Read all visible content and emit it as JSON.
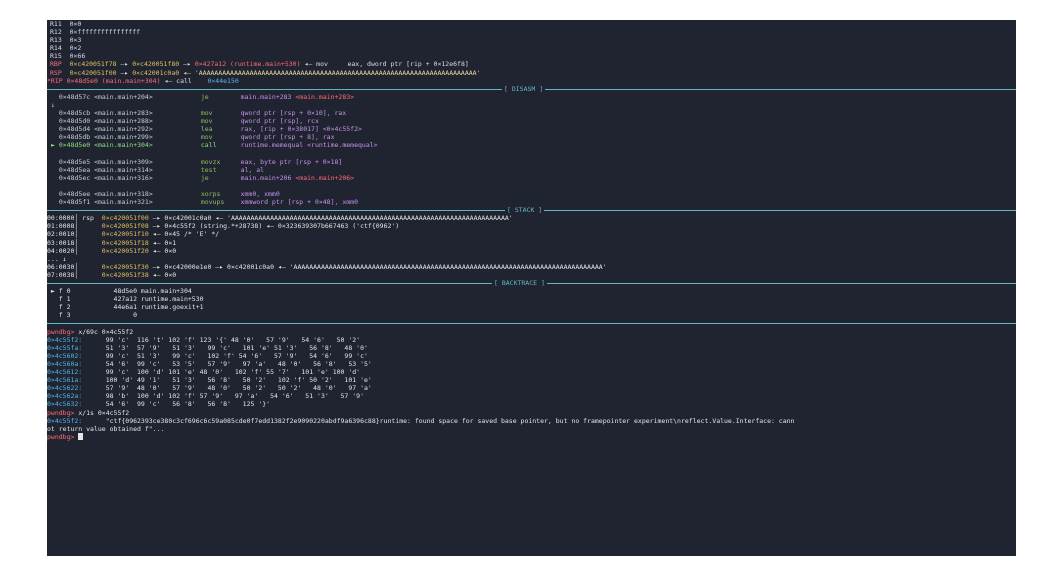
{
  "registers": [
    {
      "name": "R11",
      "value": "0×0",
      "changed": false
    },
    {
      "name": "R12",
      "value": "0×ffffffffffffffff",
      "changed": false
    },
    {
      "name": "R13",
      "value": "0×3",
      "changed": false
    },
    {
      "name": "R14",
      "value": "0×2",
      "changed": false
    },
    {
      "name": "R15",
      "value": "0×66",
      "changed": false
    }
  ],
  "rbp": {
    "name": "RBP",
    "a1": "0×c420051f78",
    "arrow": " —▸ ",
    "a2": "0×c420051f80",
    "a3": "0×427a12 (runtime.main+530)",
    "rest": " ◂— mov     eax, dword ptr [rip + 0×12e6f8]"
  },
  "rsp": {
    "name": "RSP",
    "a1": "0×c420051f00",
    "arrow": " —▸ ",
    "a2": "0×c42001c0a0",
    "rest": " ◂— 'AAAAAAAAAAAAAAAAAAAAAAAAAAAAAAAAAAAAAAAAAAAAAAAAAAAAAAAAAAAAAAAAAAAAAAA'"
  },
  "rip": {
    "name": "*RIP",
    "a1": "0×48d5e0 (main.main+304)",
    "rest": " ◂— call    ",
    "target": "0×44e150"
  },
  "sections": {
    "disasm": "[ DISASM ]",
    "stack": "[ STACK ]",
    "backtrace": "[ BACKTRACE ]"
  },
  "disasm": [
    {
      "marker": " ",
      "addr": "0×48d57c <main.main+204>",
      "mn": "je",
      "ops": "main.main+283 ",
      "ops2": "<main.main+283>"
    },
    {
      "marker": "↓",
      "addr": "",
      "mn": "",
      "ops": "",
      "ops2": ""
    },
    {
      "marker": " ",
      "addr": "0×48d5cb <main.main+283>",
      "mn": "mov",
      "ops": "qword ptr [rsp + 0×10], rax",
      "ops2": ""
    },
    {
      "marker": " ",
      "addr": "0×48d5d0 <main.main+288>",
      "mn": "mov",
      "ops": "qword ptr [rsp], rcx",
      "ops2": ""
    },
    {
      "marker": " ",
      "addr": "0×48d5d4 <main.main+292>",
      "mn": "lea",
      "ops": "rax, [rip + 0×38017] <0×4c55f2>",
      "ops2": ""
    },
    {
      "marker": " ",
      "addr": "0×48d5db <main.main+299>",
      "mn": "mov",
      "ops": "qword ptr [rsp + 8], rax",
      "ops2": ""
    },
    {
      "marker": "►",
      "addr": "0×48d5e0 <main.main+304>",
      "mn": "call",
      "ops": "runtime.memequal <runtime.memequal>",
      "ops2": "",
      "current": true
    },
    {
      "gap": true
    },
    {
      "marker": " ",
      "addr": "0×48d5e5 <main.main+309>",
      "mn": "movzx",
      "ops": "eax, byte ptr [rsp + 0×18]",
      "ops2": ""
    },
    {
      "marker": " ",
      "addr": "0×48d5ea <main.main+314>",
      "mn": "test",
      "ops": "al, al",
      "ops2": ""
    },
    {
      "marker": " ",
      "addr": "0×48d5ec <main.main+316>",
      "mn": "je",
      "ops": "main.main+206 ",
      "ops2": "<main.main+206>"
    },
    {
      "gap": true
    },
    {
      "marker": " ",
      "addr": "0×48d5ee <main.main+318>",
      "mn": "xorps",
      "ops": "xmm0, xmm0",
      "ops2": ""
    },
    {
      "marker": " ",
      "addr": "0×48d5f1 <main.main+321>",
      "mn": "movups",
      "ops": "xmmword ptr [rsp + 0×48], xmm0",
      "ops2": ""
    }
  ],
  "stack": [
    {
      "idx": "00:0000│ rsp  ",
      "a1": "0×c420051f00",
      "rest": " —▸ 0×c42001c0a0 ◂— 'AAAAAAAAAAAAAAAAAAAAAAAAAAAAAAAAAAAAAAAAAAAAAAAAAAAAAAAAAAAAAAAAAAAAAAA'"
    },
    {
      "idx": "01:0008│      ",
      "a1": "0×c420051f08",
      "rest": " —▸ 0×4c55f2 (string.*+28738) ◂— 0×323639307b667463 ('ctf{0962')"
    },
    {
      "idx": "02:0010│      ",
      "a1": "0×c420051f10",
      "rest": " ◂— 0×45 /* 'E' */"
    },
    {
      "idx": "03:0018│      ",
      "a1": "0×c420051f18",
      "rest": " ◂— 0×1"
    },
    {
      "idx": "04:0020│      ",
      "a1": "0×c420051f20",
      "rest": " ◂— 0×0"
    },
    {
      "idx": "... ↓",
      "a1": "",
      "rest": ""
    },
    {
      "idx": "06:0030│      ",
      "a1": "0×c420051f30",
      "rest": " —▸ 0×c42000e1e0 —▸ 0×c42001c0a0 ◂— 'AAAAAAAAAAAAAAAAAAAAAAAAAAAAAAAAAAAAAAAAAAAAAAAAAAAAAAAAAAAAAAAAAAAAAAAAAAAAAAA'"
    },
    {
      "idx": "07:0038│      ",
      "a1": "0×c420051f38",
      "rest": " ◂— 0×0"
    }
  ],
  "backtrace": [
    {
      "text": " ► f 0           48d5e0 main.main+304"
    },
    {
      "text": "   f 1           427a12 runtime.main+530"
    },
    {
      "text": "   f 2           44e6a1 runtime.goexit+1"
    },
    {
      "text": "   f 3                0"
    }
  ],
  "prompt": "pwndbg>",
  "cmd1": " x/69c 0×4c55f2",
  "hexdump": [
    {
      "addr": "0×4c55f2:",
      "vals": "      99 'c'  116 't' 102 'f' 123 '{' 48 '0'   57 '9'   54 '6'   50 '2'"
    },
    {
      "addr": "0×4c55fa:",
      "vals": "      51 '3'  57 '9'   51 '3'   99 'c'   101 'e' 51 '3'   56 '8'   48 '0'"
    },
    {
      "addr": "0×4c5602:",
      "vals": "      99 'c'  51 '3'   99 'c'   102 'f' 54 '6'   57 '9'   54 '6'   99 'c'"
    },
    {
      "addr": "0×4c560a:",
      "vals": "      54 '6'  99 'c'   53 '5'   57 '9'   97 'a'   48 '0'   56 '8'   53 '5'"
    },
    {
      "addr": "0×4c5612:",
      "vals": "      99 'c'  100 'd' 101 'e' 48 '0'   102 'f' 55 '7'   101 'e' 100 'd'"
    },
    {
      "addr": "0×4c561a:",
      "vals": "      100 'd' 49 '1'   51 '3'   56 '8'   50 '2'   102 'f' 50 '2'   101 'e'"
    },
    {
      "addr": "0×4c5622:",
      "vals": "      57 '9'  48 '0'   57 '9'   48 '0'   50 '2'   50 '2'   48 '0'   97 'a'"
    },
    {
      "addr": "0×4c562a:",
      "vals": "      98 'b'  100 'd' 102 'f' 57 '9'   97 'a'   54 '6'   51 '3'   57 '9'"
    },
    {
      "addr": "0×4c5632:",
      "vals": "      54 '6'  99 'c'   56 '8'   56 '8'   125 '}'"
    }
  ],
  "cmd2": " x/1s 0×4c55f2",
  "strline": {
    "addr": "0×4c55f2:",
    "text": "      \"ctf{0962393ce380c3cf696c6c59a085cde0f7edd1382f2e9090220abdf9a6396c88}runtime: found space for saved base pointer, but no framepointer experiment\\nreflect.Value.Interface: cann"
  },
  "strline2": "ot return value obtained f\"...",
  "colors": {
    "bg": "#1f2430",
    "accent": "#5fb7c4",
    "red": "#ff6b7a",
    "yellow": "#e0c060",
    "green": "#8fbf5f",
    "purple": "#c792ea",
    "blue": "#56b6e8"
  }
}
